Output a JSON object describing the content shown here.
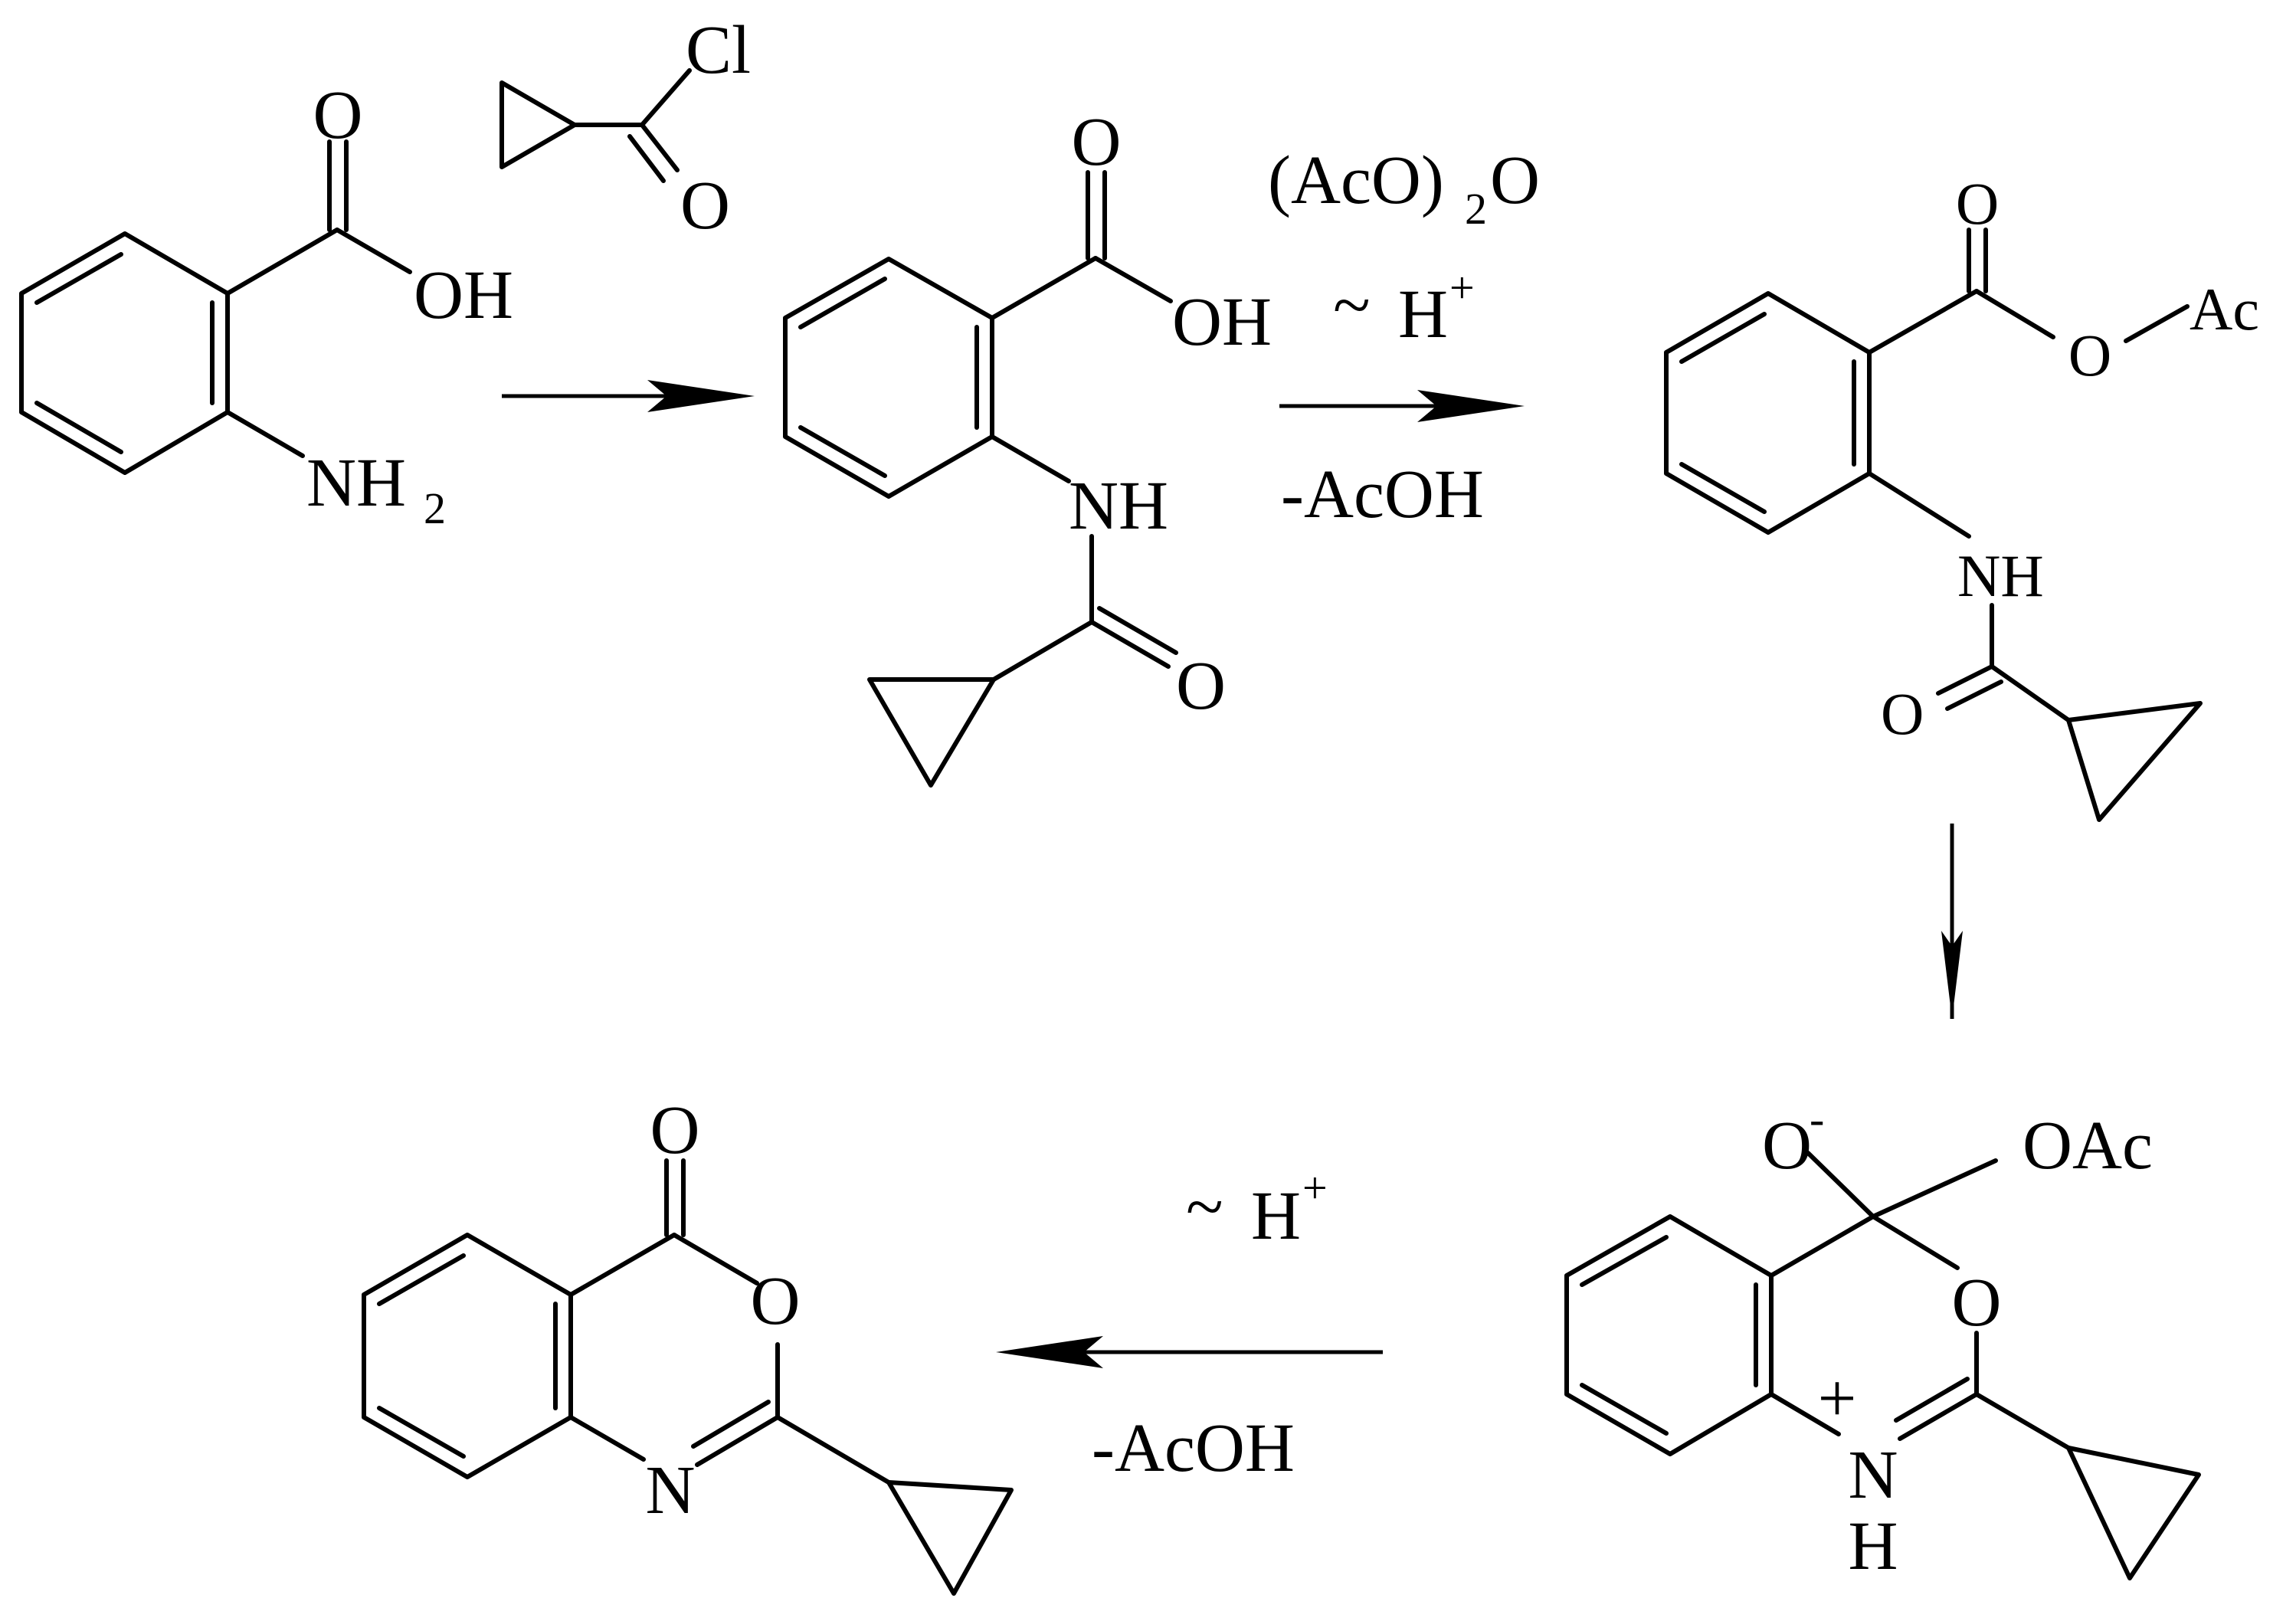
{
  "colors": {
    "ink": "#000000",
    "background": "#ffffff"
  },
  "labels": {
    "c1_carbonyl_o": "O",
    "c1_oh": "OH",
    "c1_nh2": "NH",
    "c1_nh2_sub": "2",
    "reagent_cl": "Cl",
    "reagent_o": "O",
    "c2_carbonyl_o": "O",
    "c2_oh": "OH",
    "c2_nh": "NH",
    "c2_amide_o": "O",
    "cond1_reagent": "(AcO)",
    "cond1_reagent_sub": "2",
    "cond1_reagent_tail": "O",
    "cond1_tilde": "~",
    "cond1_h": "H",
    "cond1_plus": "+",
    "cond1_byproduct": "-AcOH",
    "c3_carbonyl_o": "O",
    "c3_ester_o": "O",
    "c3_ac": "Ac",
    "c3_nh": "NH",
    "c3_amide_o": "O",
    "c4_o_minus": "O",
    "c4_minus": "-",
    "c4_oac": "OAc",
    "c4_ring_o": "O",
    "c4_plus": "+",
    "c4_n": "N",
    "c4_h": "H",
    "cond2_tilde": "~",
    "cond2_h": "H",
    "cond2_plus": "+",
    "cond2_byproduct": "-AcOH",
    "c5_carbonyl_o": "O",
    "c5_ring_o": "O",
    "c5_n": "N"
  }
}
